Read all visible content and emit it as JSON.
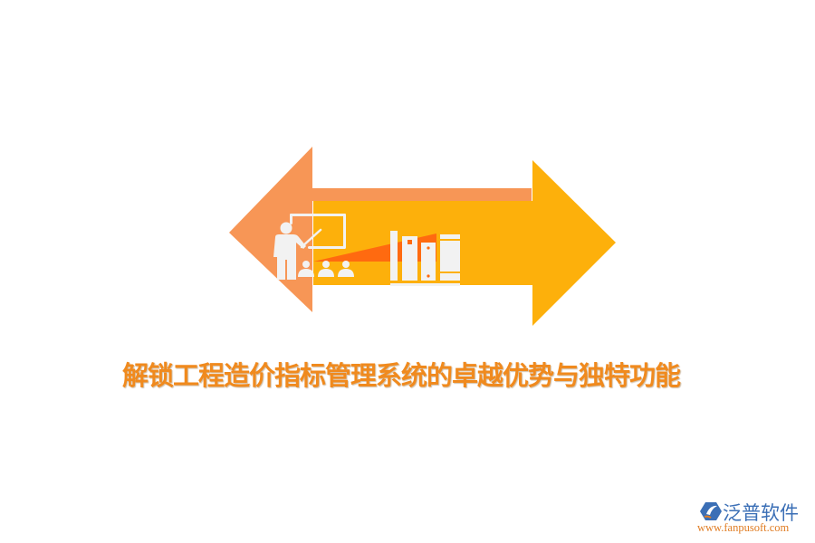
{
  "title": "解锁工程造价指标管理系统的卓越优势与独特功能",
  "colors": {
    "left_arrow": "#F79656",
    "right_arrow": "#FDB00B",
    "accent_wedge": "#FF6A10",
    "icon_fill": "#F2F2F2",
    "title_color": "#F08A1E",
    "logo_name_color": "#3B6FB6",
    "logo_url_color": "#E07C22"
  },
  "icons": {
    "left": "teacher-presentation-icon",
    "right": "books-on-shelf-icon"
  },
  "logo": {
    "name": "泛普软件",
    "url": "www.fanpusoft.com"
  }
}
